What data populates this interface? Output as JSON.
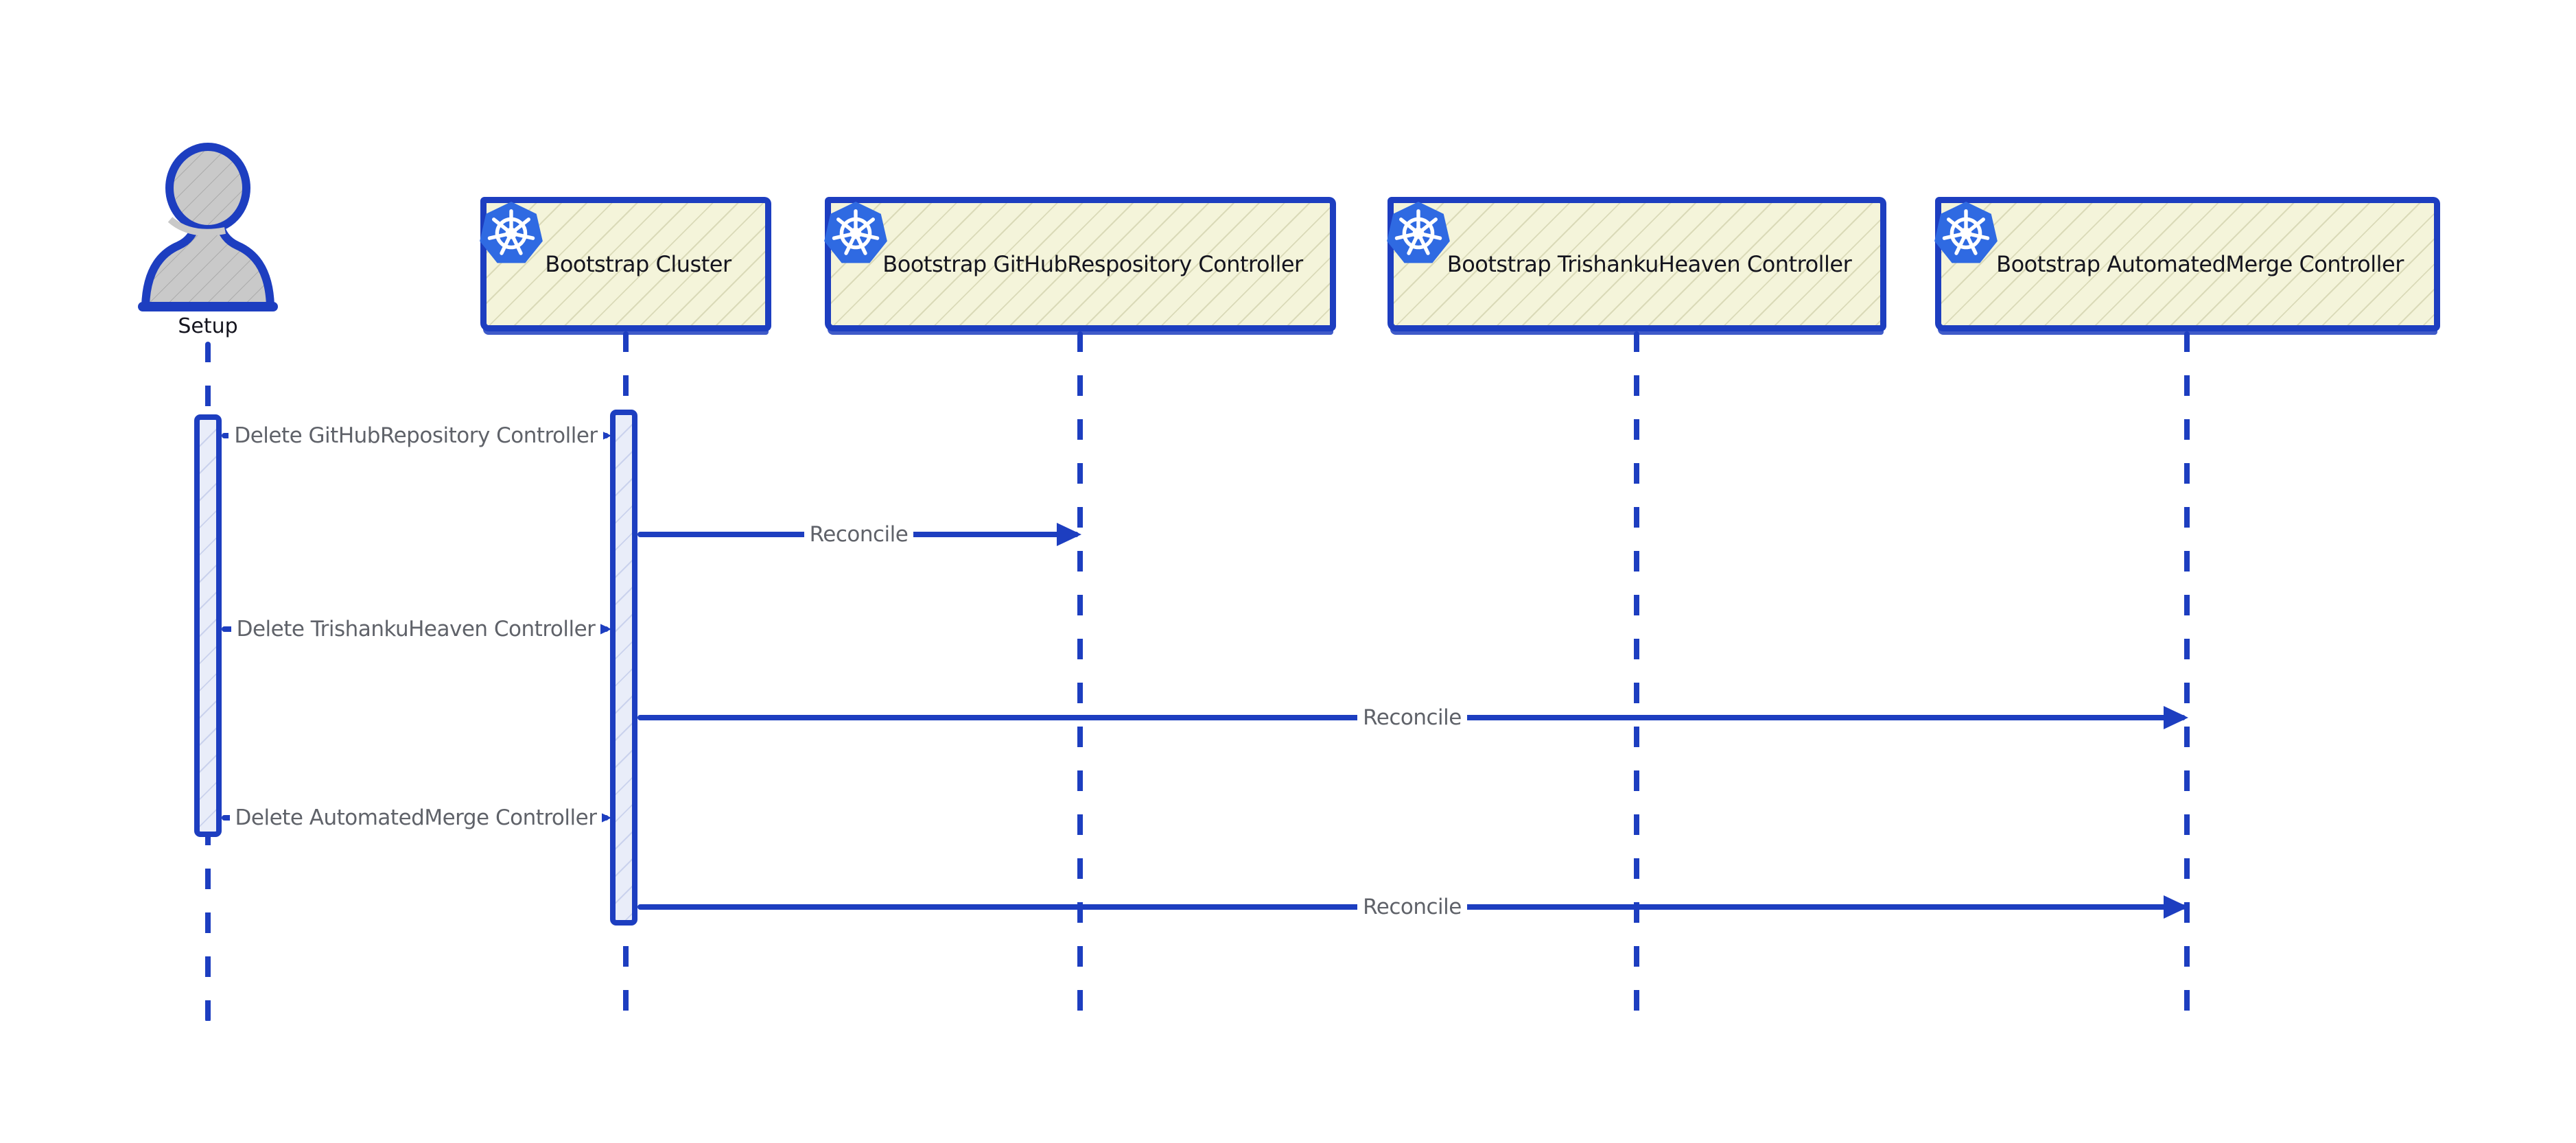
{
  "diagram": {
    "type": "sequence-diagram",
    "style": "hand-drawn",
    "actor": {
      "label": "Setup",
      "icon": "person-icon"
    },
    "participants": [
      {
        "label": "Bootstrap Cluster",
        "icon": "kubernetes-icon"
      },
      {
        "label": "Bootstrap GitHubRespository Controller",
        "icon": "kubernetes-icon"
      },
      {
        "label": "Bootstrap TrishankuHeaven Controller",
        "icon": "kubernetes-icon"
      },
      {
        "label": "Bootstrap AutomatedMerge Controller",
        "icon": "kubernetes-icon"
      }
    ],
    "messages": [
      {
        "from": "Setup",
        "to": "Bootstrap Cluster",
        "label": "Delete GitHubRepository Controller",
        "line": "solid",
        "arrow": "filled"
      },
      {
        "from": "Bootstrap Cluster",
        "to": "Bootstrap GitHubRespository Controller",
        "label": "Reconcile",
        "line": "solid",
        "arrow": "filled"
      },
      {
        "from": "Setup",
        "to": "Bootstrap Cluster",
        "label": "Delete TrishankuHeaven Controller",
        "line": "solid",
        "arrow": "filled"
      },
      {
        "from": "Bootstrap Cluster",
        "to": "Bootstrap AutomatedMerge Controller",
        "label": "Reconcile",
        "line": "solid",
        "arrow": "filled"
      },
      {
        "from": "Setup",
        "to": "Bootstrap Cluster",
        "label": "Delete AutomatedMerge Controller",
        "line": "solid",
        "arrow": "filled"
      },
      {
        "from": "Bootstrap Cluster",
        "to": "Bootstrap AutomatedMerge Controller",
        "label": "Reconcile",
        "line": "solid",
        "arrow": "filled"
      }
    ],
    "colors": {
      "stroke_blue": "#1d3ec0",
      "kubernetes_blue": "#2f6ae2",
      "participant_fill": "#f4f4da",
      "activation_fill": "#e9edf9",
      "actor_fill": "#c9c9c9",
      "message_text": "#5f6269",
      "participant_text": "#14141e",
      "background": "#ffffff"
    }
  }
}
